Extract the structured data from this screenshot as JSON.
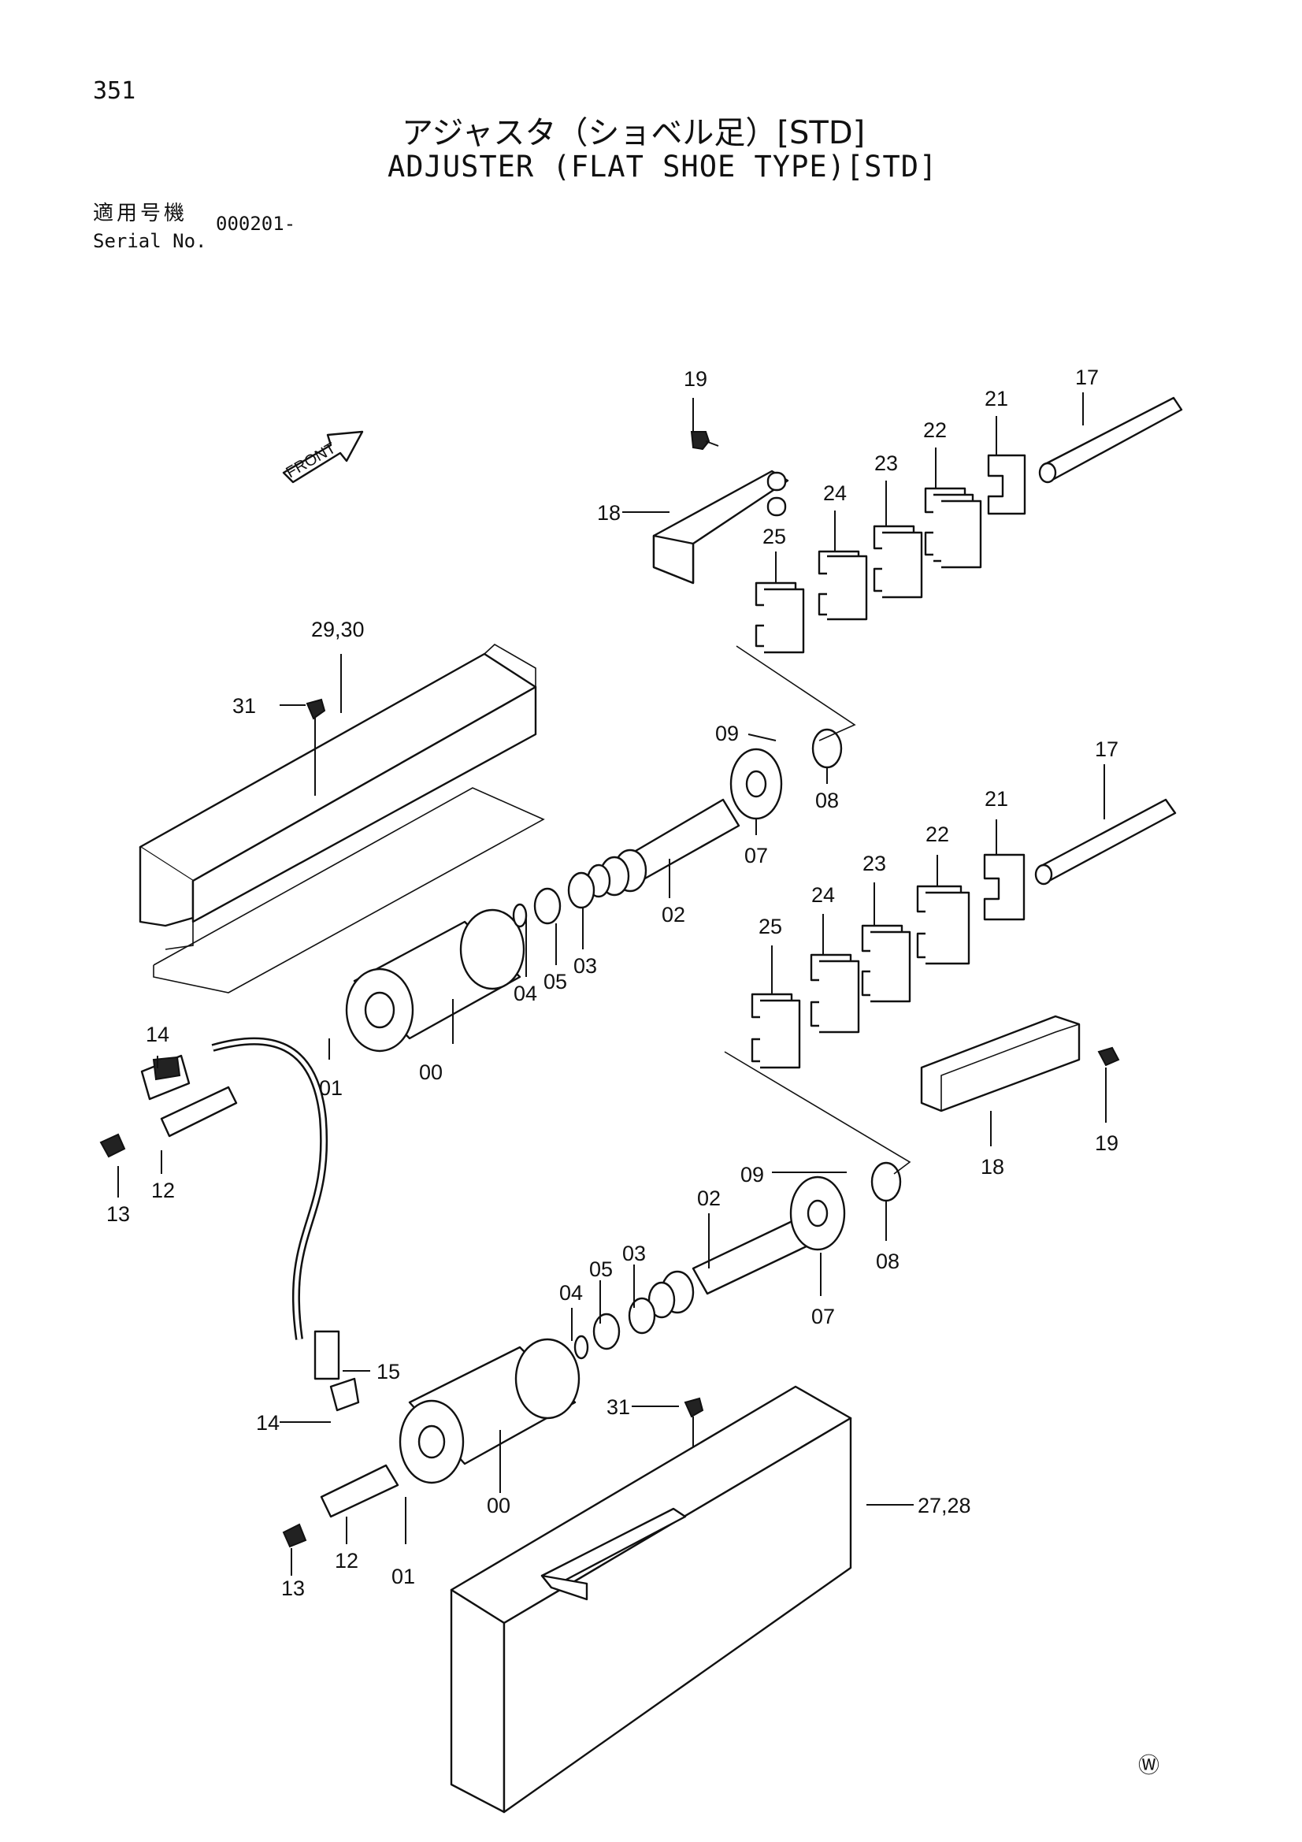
{
  "header": {
    "page_number": "351",
    "title_jp": "アジャスタ（ショベル足）[STD]",
    "title_en": "ADJUSTER (FLAT SHOE TYPE)[STD]",
    "serial_label_jp": "適用号機",
    "serial_label_en": "Serial No.",
    "serial_value": "000201-"
  },
  "diagram": {
    "front_marker": "FRONT",
    "footer_mark": "Ⓦ",
    "callouts": {
      "c19a": "19",
      "c17a": "17",
      "c21a": "21",
      "c22a": "22",
      "c23a": "23",
      "c24a": "24",
      "c25a": "25",
      "c18a": "18",
      "c2930": "29,30",
      "c31a": "31",
      "c09a": "09",
      "c08a": "08",
      "c07a": "07",
      "c02a": "02",
      "c04a": "04",
      "c05a": "05",
      "c03a": "03",
      "c00a": "00",
      "c01a": "01",
      "c14a": "14",
      "c12a": "12",
      "c13a": "13",
      "c17b": "17",
      "c21b": "21",
      "c22b": "22",
      "c23b": "23",
      "c24b": "24",
      "c25b": "25",
      "c18b": "18",
      "c19b": "19",
      "c09b": "09",
      "c08b": "08",
      "c07b": "07",
      "c02b": "02",
      "c04b": "04",
      "c05b": "05",
      "c03b": "03",
      "c15": "15",
      "c14b": "14",
      "c31b": "31",
      "c2728": "27,28",
      "c00b": "00",
      "c12b": "12",
      "c13b": "13",
      "c01b": "01"
    }
  }
}
